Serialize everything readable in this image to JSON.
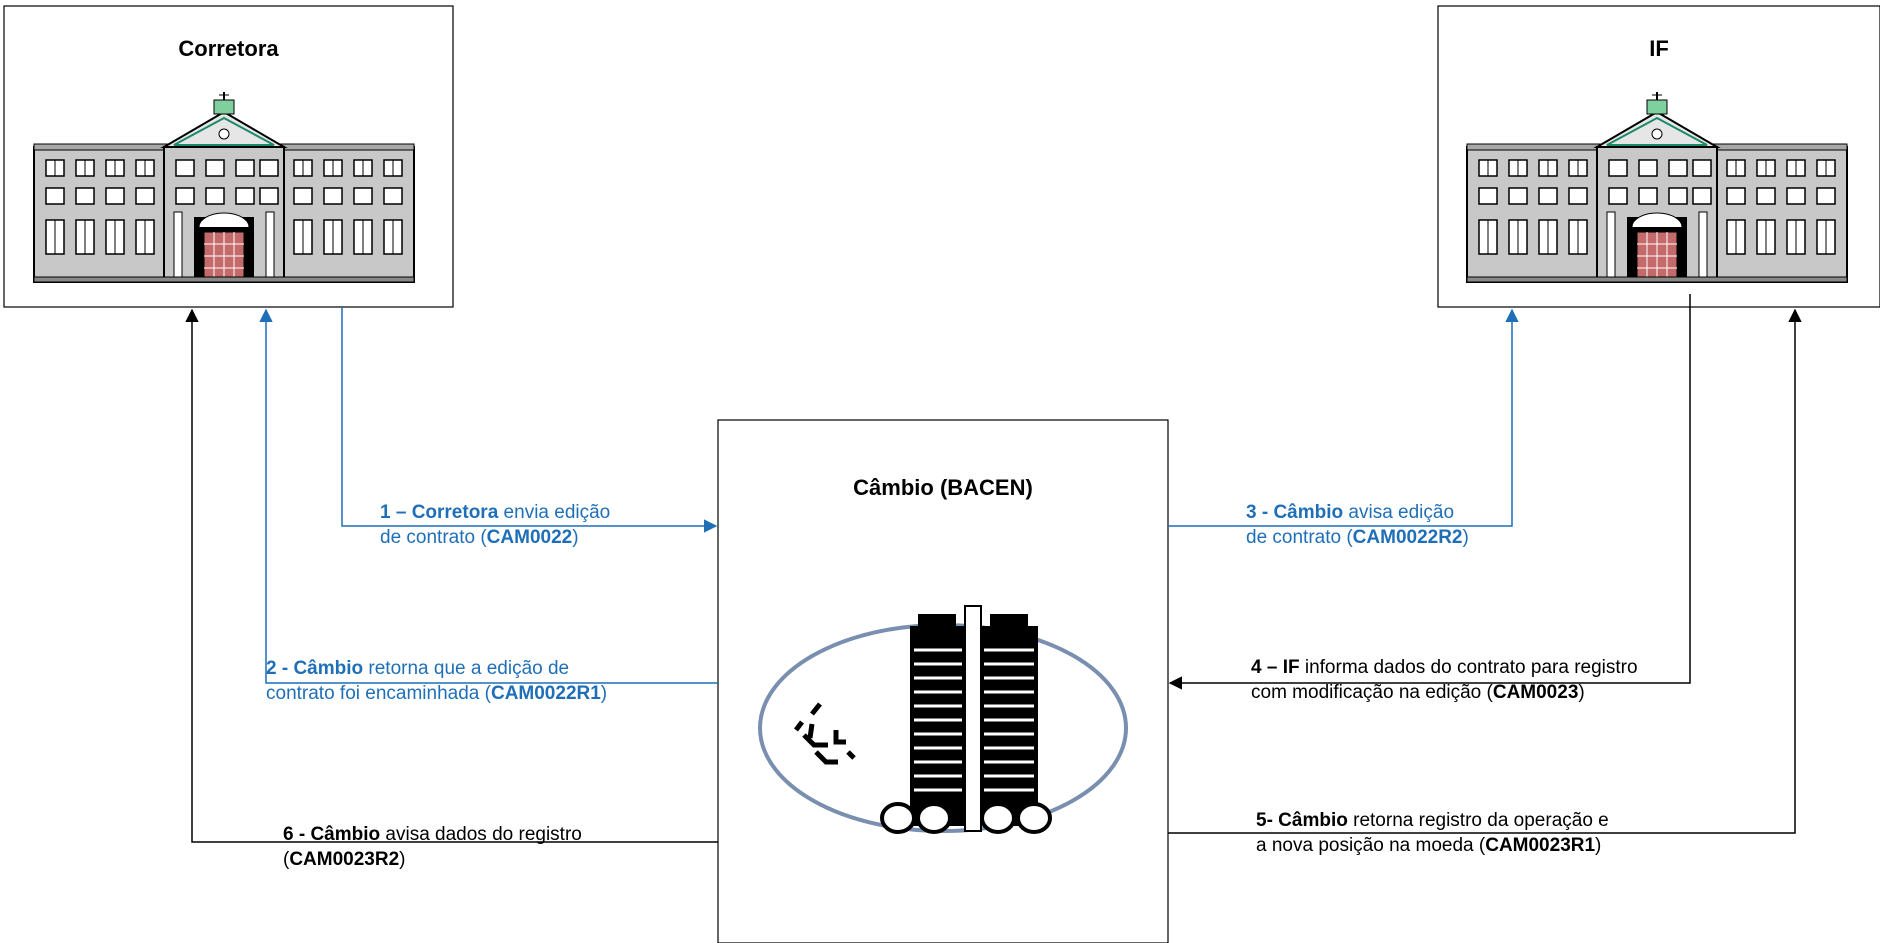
{
  "nodes": {
    "corretora": {
      "title": "Corretora"
    },
    "if": {
      "title": "IF"
    },
    "cambio": {
      "title": "Câmbio (BACEN)"
    }
  },
  "messages": [
    {
      "step": "1 – Corretora",
      "text1": " envia edição",
      "line2_pre": "de contrato (",
      "code": "CAM0022",
      "line2_post": ")",
      "color": "#1f6fb8"
    },
    {
      "step": "2 - Câmbio",
      "text1": " retorna que a edição de",
      "line2_pre": "contrato foi encaminhada (",
      "code": "CAM0022R1",
      "line2_post": ")",
      "color": "#1f6fb8"
    },
    {
      "step": "3 - Câmbio",
      "text1": " avisa edição",
      "line2_pre": "de contrato (",
      "code": "CAM0022R2",
      "line2_post": ")",
      "color": "#1f6fb8"
    },
    {
      "step": "4 – IF",
      "text1": " informa dados do contrato para registro",
      "line2_pre": "com modificação na edição (",
      "code": "CAM0023",
      "line2_post": ")",
      "color": "#000000"
    },
    {
      "step": "5- Câmbio",
      "text1": " retorna registro da operação e",
      "line2_pre": "a nova posição na moeda (",
      "code": "CAM0023R1",
      "line2_post": ")",
      "color": "#000000"
    },
    {
      "step": "6 - Câmbio",
      "text1": " avisa dados do registro",
      "line2_pre": "(",
      "code": "CAM0023R2",
      "line2_post": ")",
      "color": "#000000"
    }
  ],
  "icons": {
    "building": "building-icon",
    "bacen_logo": "bacen-logo-icon"
  },
  "colors": {
    "blue_flow": "#1f6fb8",
    "black_flow": "#000000",
    "logo_ellipse": "#7a8fb0"
  }
}
